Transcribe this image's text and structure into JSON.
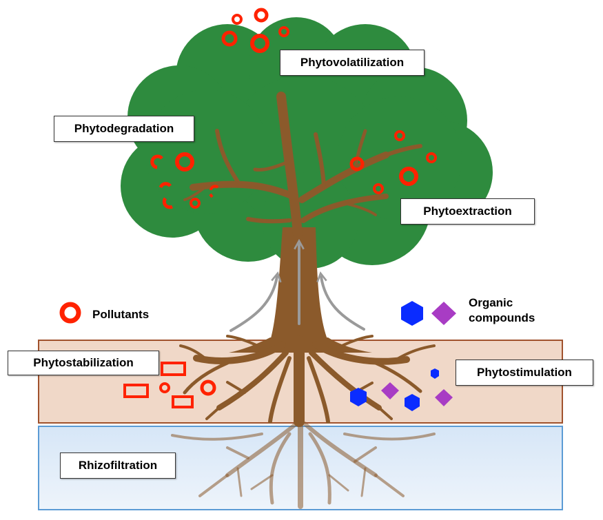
{
  "labels": {
    "phytovolatilization": "Phytovolatilization",
    "phytodegradation": "Phytodegradation",
    "phytoextraction": "Phytoextraction",
    "phytostabilization": "Phytostabilization",
    "phytostimulation": "Phytostimulation",
    "rhizofiltration": "Rhizofiltration"
  },
  "legend": {
    "pollutants": "Pollutants",
    "organic_line1": "Organic",
    "organic_line2": "compounds"
  },
  "colors": {
    "canopy": "#2e8b3e",
    "canopy_edge": "#26753a",
    "trunk": "#8b5a2b",
    "soil": "#f0d8c8",
    "soil_border": "#a0522d",
    "water_top": "#d8e8f8",
    "water_bottom": "#eef4fb",
    "water_border": "#5b9bd5",
    "pollutant": "#ff2200",
    "organic_blue": "#0a2cff",
    "organic_purple": "#a83cc4",
    "arrow": "#9a9a9a"
  }
}
